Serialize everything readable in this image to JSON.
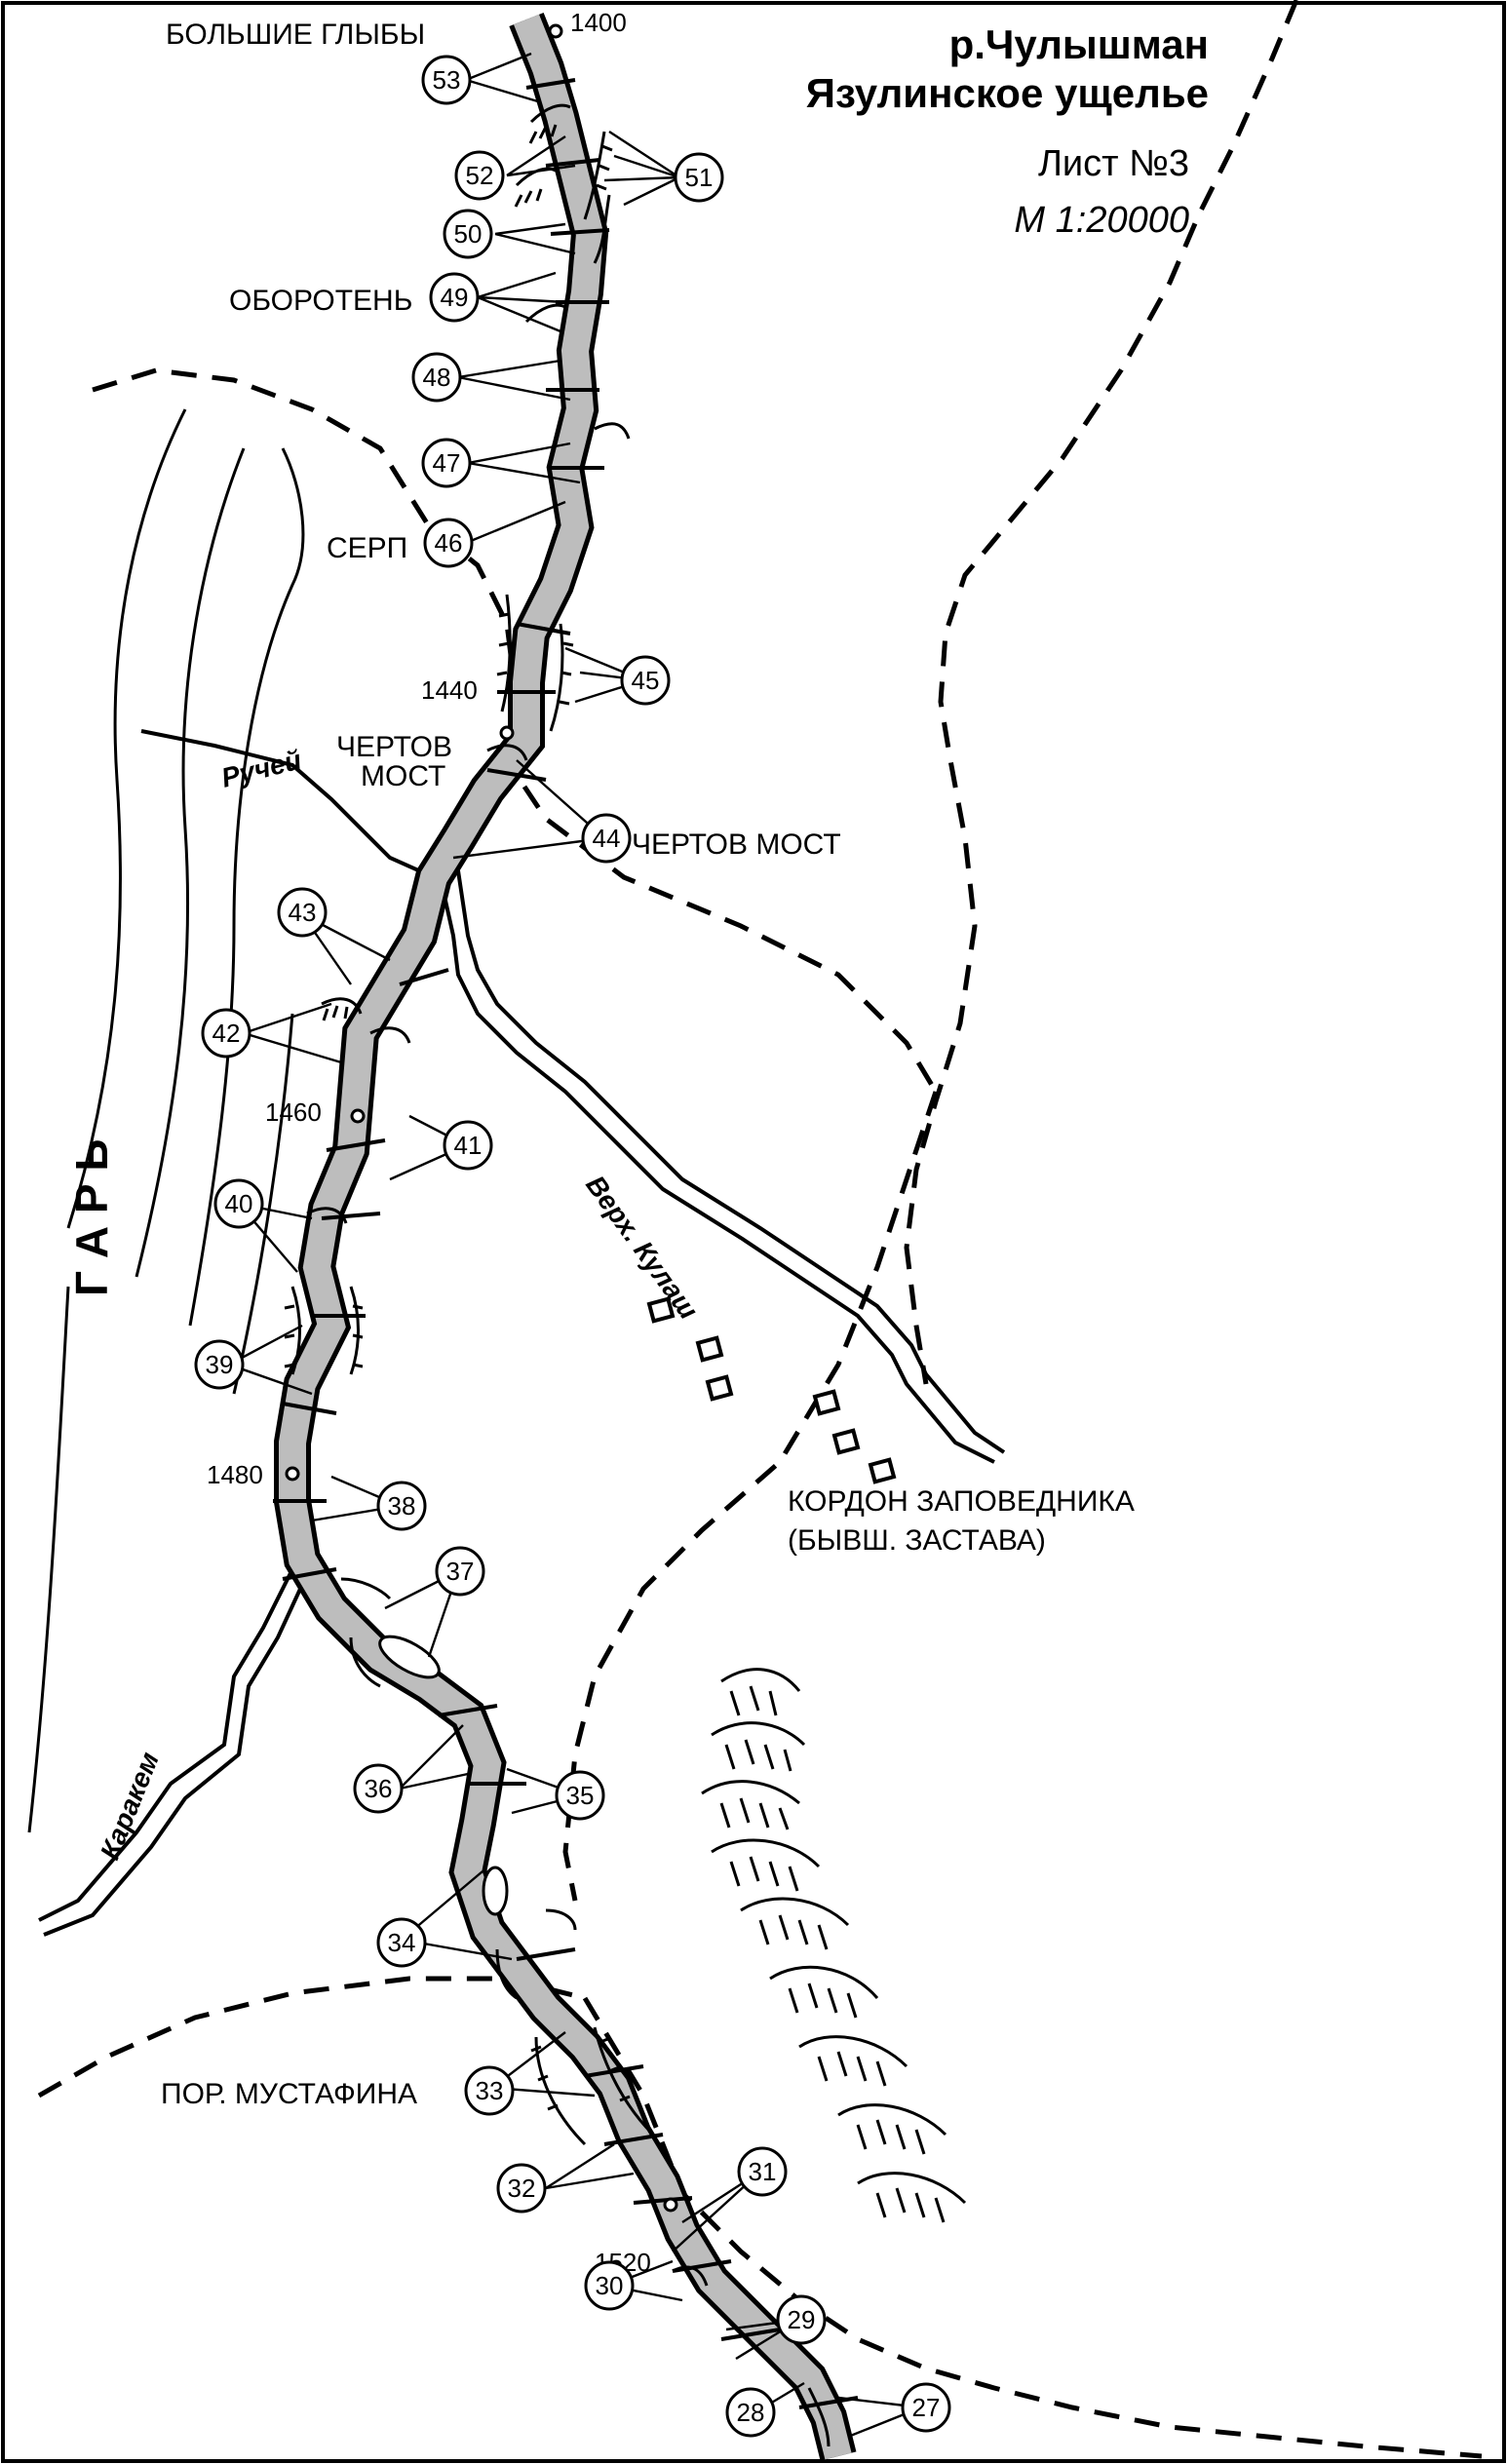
{
  "title": {
    "river": "р.Чулышман",
    "gorge": "Язулинское ущелье",
    "sheet": "Лист №3",
    "scale": "М 1:20000"
  },
  "place_labels": {
    "bolshie_glyby": "БОЛЬШИЕ ГЛЫБЫ",
    "oboroten": "ОБОРОТЕНЬ",
    "serp": "СЕРП",
    "chertov_most_a": "ЧЕРТОВ",
    "chertov_most_b": "МОСТ",
    "chertov_most_right": "ЧЕРТОВ МОСТ",
    "kordon_a": "КОРДОН ЗАПОВЕДНИКА",
    "kordon_b": "(БЫВШ. ЗАСТАВА)",
    "mustafina": "ПОР. МУСТАФИНА"
  },
  "water_labels": {
    "ruchey": "Ручей",
    "verkh_kulash": "Верх. Кулаш",
    "karakem": "Каракем"
  },
  "terrain_label": "Г А Р Ь",
  "elevations": [
    "1400",
    "1440",
    "1460",
    "1480",
    "1520"
  ],
  "markers": [
    "27",
    "28",
    "29",
    "30",
    "31",
    "32",
    "33",
    "34",
    "35",
    "36",
    "37",
    "38",
    "39",
    "40",
    "41",
    "42",
    "43",
    "44",
    "45",
    "46",
    "47",
    "48",
    "49",
    "50",
    "51",
    "52",
    "53"
  ]
}
